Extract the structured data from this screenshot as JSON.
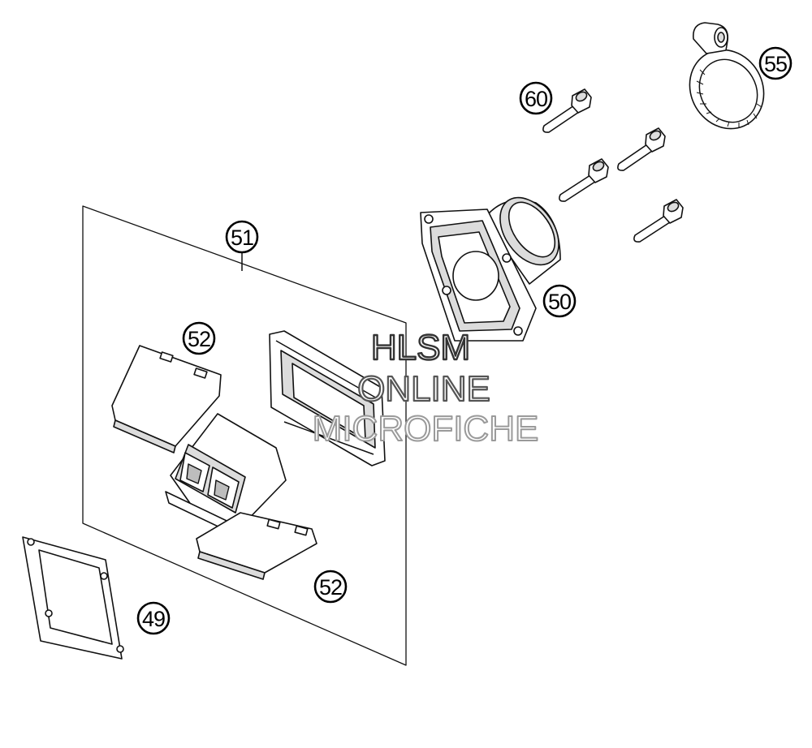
{
  "callouts": [
    {
      "label": "55"
    },
    {
      "label": "60"
    },
    {
      "label": "50"
    },
    {
      "label": "51"
    },
    {
      "label": "52"
    },
    {
      "label": "52"
    },
    {
      "label": "49"
    }
  ],
  "watermark": {
    "line1": "HLSM",
    "line2": "ONLINE",
    "line3": "MICROFICHE"
  },
  "colors": {
    "ink": "#000000",
    "paper": "#ffffff",
    "watermark_stroke_dark": "#333333",
    "watermark_stroke_light": "#9a9a9a"
  }
}
